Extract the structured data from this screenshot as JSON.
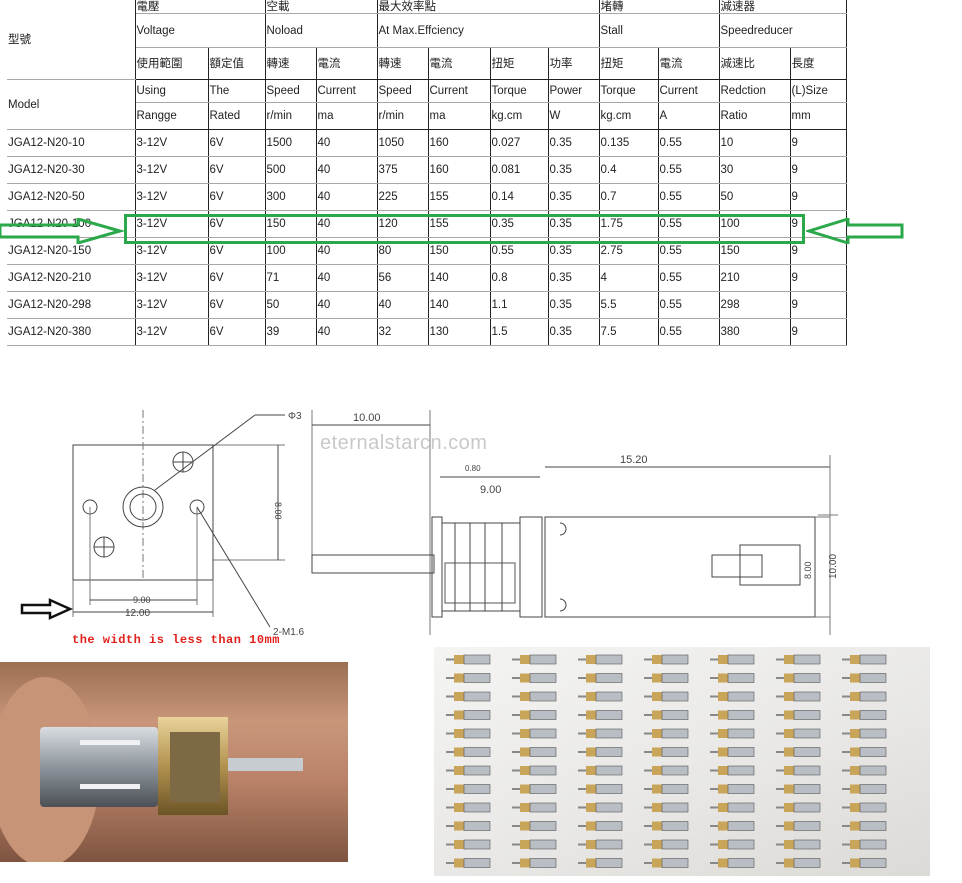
{
  "table": {
    "model_header_cn": "型號",
    "model_header_en": "Model",
    "groups": [
      {
        "cn": "電壓",
        "en": "Voltage"
      },
      {
        "cn": "空載",
        "en": "Noload"
      },
      {
        "cn": "最大效率點",
        "en": "At Max.Effciency"
      },
      {
        "cn": "堵轉",
        "en": "Stall"
      },
      {
        "cn": "減速器",
        "en": "Speedreducer"
      }
    ],
    "sub_cn": [
      "使用範圍",
      "額定值",
      "轉速",
      "電流",
      "轉速",
      "電流",
      "扭矩",
      "功率",
      "扭矩",
      "電流",
      "減速比",
      "長度"
    ],
    "sub_en": [
      "Using",
      "The",
      "Speed",
      "Current",
      "Speed",
      "Current",
      "Torque",
      "Power",
      "Torque",
      "Current",
      "Redction",
      "(L)Size"
    ],
    "units": [
      "Rangge",
      "Rated",
      "r/min",
      "ma",
      "r/min",
      "ma",
      "kg.cm",
      "W",
      "kg.cm",
      "A",
      "Ratio",
      "mm"
    ],
    "rows": [
      [
        "JGA12-N20-10",
        "3-12V",
        "6V",
        "1500",
        "40",
        "1050",
        "160",
        "0.027",
        "0.35",
        "0.135",
        "0.55",
        "10",
        "9"
      ],
      [
        "JGA12-N20-30",
        "3-12V",
        "6V",
        "500",
        "40",
        "375",
        "160",
        "0.081",
        "0.35",
        "0.4",
        "0.55",
        "30",
        "9"
      ],
      [
        "JGA12-N20-50",
        "3-12V",
        "6V",
        "300",
        "40",
        "225",
        "155",
        "0.14",
        "0.35",
        "0.7",
        "0.55",
        "50",
        "9"
      ],
      [
        "JGA12-N20-100",
        "3-12V",
        "6V",
        "150",
        "40",
        "120",
        "155",
        "0.35",
        "0.35",
        "1.75",
        "0.55",
        "100",
        "9"
      ],
      [
        "JGA12-N20-150",
        "3-12V",
        "6V",
        "100",
        "40",
        "80",
        "150",
        "0.55",
        "0.35",
        "2.75",
        "0.55",
        "150",
        "9"
      ],
      [
        "JGA12-N20-210",
        "3-12V",
        "6V",
        "71",
        "40",
        "56",
        "140",
        "0.8",
        "0.35",
        "4",
        "0.55",
        "210",
        "9"
      ],
      [
        "JGA12-N20-298",
        "3-12V",
        "6V",
        "50",
        "40",
        "40",
        "140",
        "1.1",
        "0.35",
        "5.5",
        "0.55",
        "298",
        "9"
      ],
      [
        "JGA12-N20-380",
        "3-12V",
        "6V",
        "39",
        "40",
        "32",
        "130",
        "1.5",
        "0.35",
        "7.5",
        "0.55",
        "380",
        "9"
      ]
    ],
    "highlighted_row": 3
  },
  "drawing": {
    "watermark": "eternalstarcn.com",
    "dim_phi3": "Φ3",
    "dim_9_front": "9.00",
    "dim_12": "12.00",
    "dim_8_vertical": "8.00",
    "dim_holes": "2-M1.6",
    "dim_10": "10.00",
    "dim_080": "0.80",
    "dim_9_side": "9.00",
    "dim_15_2": "15.20",
    "dim_10_right": "10.00",
    "dim_8_right": "8.00",
    "width_note": "the width is less than 10mm"
  },
  "colors": {
    "highlight": "#2aa84a",
    "note_red": "#e0201a",
    "watermark_gray": "#c8c8c8"
  }
}
